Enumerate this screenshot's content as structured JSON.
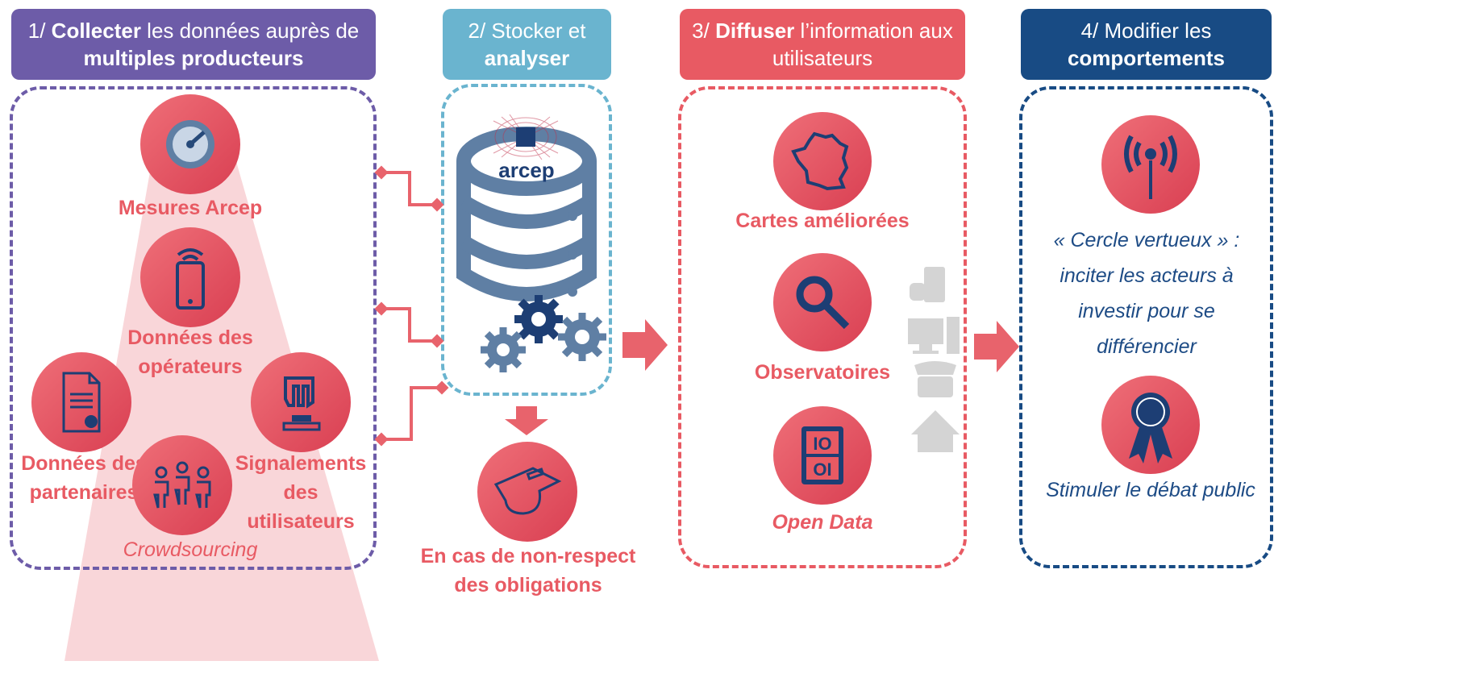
{
  "colors": {
    "purple": "#6d5ca8",
    "teal": "#6ab4cf",
    "red": "#e85a63",
    "navy": "#184b84",
    "pink_cone": "#f9d6d9"
  },
  "steps": [
    {
      "pre": "1/ ",
      "bold": "Collecter",
      "post": " les données auprès de",
      "line2_bold": "multiples producteurs"
    },
    {
      "pre": "2/ Stocker et",
      "line2_bold": "analyser"
    },
    {
      "pre": "3/ ",
      "bold": "Diffuser",
      "post": " l’information aux",
      "line2": "utilisateurs"
    },
    {
      "pre": "4/ Modifier les",
      "line2_bold": "comportements"
    }
  ],
  "collect": {
    "mesures": "Mesures Arcep",
    "operateurs_1": "Données des",
    "operateurs_2": "opérateurs",
    "partenaires_1": "Données des",
    "partenaires_2": "partenaires",
    "signalements_1": "Signalements des",
    "signalements_2": "utilisateurs",
    "crowdsourcing": "Crowdsourcing"
  },
  "store": {
    "logo": "arcep",
    "sanction_1": "En cas de non-respect",
    "sanction_2": "des obligations"
  },
  "diffuse": {
    "cartes": "Cartes améliorées",
    "observatoires": "Observatoires",
    "open_data": "Open Data",
    "open_data_glyph": "IO OI"
  },
  "behaviour": {
    "cercle_1": "« Cercle vertueux » :",
    "cercle_2": "inciter les acteurs à",
    "cercle_3": "investir pour se",
    "cercle_4": "différencier",
    "debat": "Stimuler le débat public"
  },
  "icons": [
    "gauge-icon",
    "smartphone-wifi-icon",
    "document-certificate-icon",
    "hand-press-button-icon",
    "people-group-icon",
    "database-icon",
    "gears-icon",
    "whistle-icon",
    "france-map-icon",
    "magnifier-icon",
    "open-data-icon",
    "antenna-icon",
    "award-ribbon-icon",
    "phone-hand-icon",
    "desktop-computer-icon",
    "telephone-icon",
    "house-icon"
  ]
}
